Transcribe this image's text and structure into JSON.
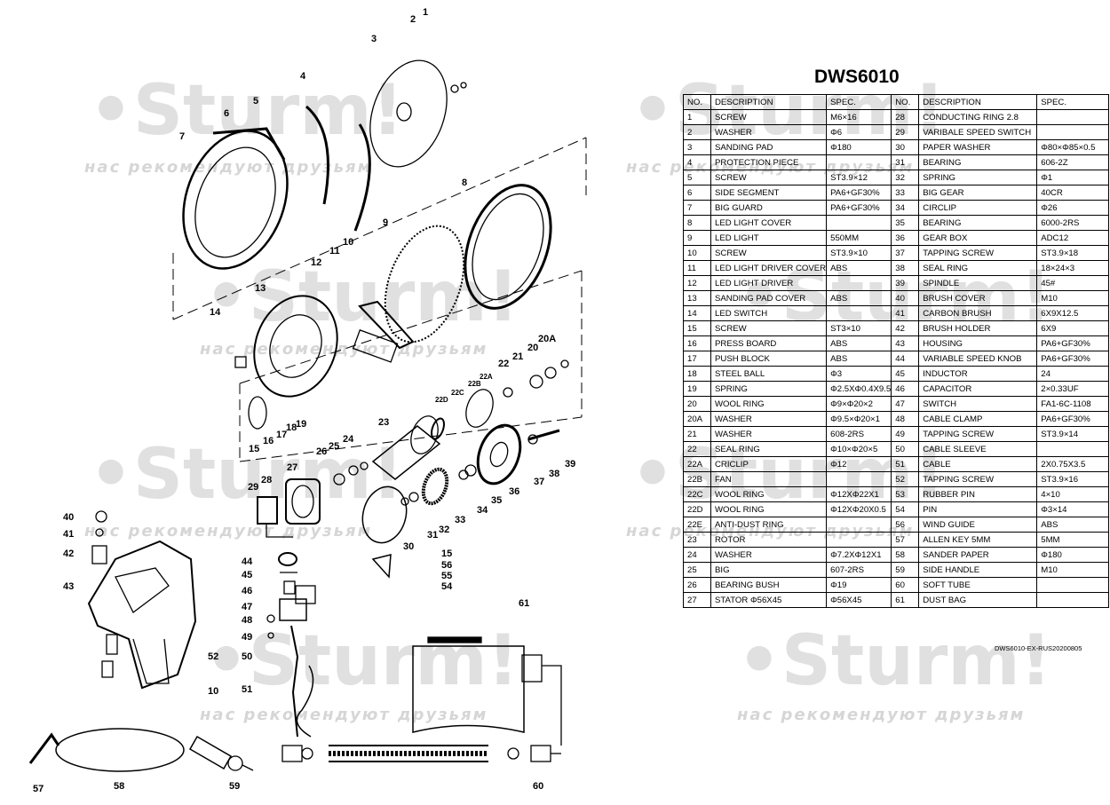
{
  "document": {
    "title": "DWS6010",
    "code": "DWS6010-EX-RUS20200805"
  },
  "watermark": {
    "logo": "•Sturm!",
    "tagline": "нас рекомендуют друзьям"
  },
  "table": {
    "headers": [
      "NO.",
      "DESCRIPTION",
      "SPEC.",
      "NO.",
      "DESCRIPTION",
      "SPEC."
    ],
    "rows": [
      [
        "1",
        "SCREW",
        "M6×16",
        "28",
        "CONDUCTING RING 2.8",
        ""
      ],
      [
        "2",
        "WASHER",
        "Φ6",
        "29",
        "VARIBALE SPEED SWITCH",
        ""
      ],
      [
        "3",
        "SANDING PAD",
        "Φ180",
        "30",
        "PAPER WASHER",
        "Φ80×Φ85×0.5"
      ],
      [
        "4",
        "PROTECTION PIECE",
        "",
        "31",
        "BEARING",
        "606-2Z"
      ],
      [
        "5",
        "SCREW",
        "ST3.9×12",
        "32",
        "SPRING",
        "Φ1"
      ],
      [
        "6",
        "SIDE SEGMENT",
        "PA6+GF30%",
        "33",
        "BIG GEAR",
        "40CR"
      ],
      [
        "7",
        "BIG GUARD",
        "PA6+GF30%",
        "34",
        "CIRCLIP",
        "Φ26"
      ],
      [
        "8",
        "LED LIGHT COVER",
        "",
        "35",
        "BEARING",
        "6000-2RS"
      ],
      [
        "9",
        "LED LIGHT",
        "550MM",
        "36",
        "GEAR BOX",
        "ADC12"
      ],
      [
        "10",
        "SCREW",
        "ST3.9×10",
        "37",
        "TAPPING SCREW",
        "ST3.9×18"
      ],
      [
        "11",
        "LED LIGHT DRIVER COVER",
        "ABS",
        "38",
        "SEAL RING",
        "18×24×3"
      ],
      [
        "12",
        "LED LIGHT DRIVER",
        "",
        "39",
        "SPINDLE",
        "45#"
      ],
      [
        "13",
        "SANDING PAD COVER",
        "ABS",
        "40",
        "BRUSH COVER",
        "M10"
      ],
      [
        "14",
        "LED SWITCH",
        "",
        "41",
        "CARBON BRUSH",
        "6X9X12.5"
      ],
      [
        "15",
        "SCREW",
        "ST3×10",
        "42",
        "BRUSH HOLDER",
        "6X9"
      ],
      [
        "16",
        "PRESS BOARD",
        "ABS",
        "43",
        "HOUSING",
        "PA6+GF30%"
      ],
      [
        "17",
        "PUSH BLOCK",
        "ABS",
        "44",
        "VARIABLE SPEED KNOB",
        "PA6+GF30%"
      ],
      [
        "18",
        "STEEL BALL",
        "Φ3",
        "45",
        "INDUCTOR",
        "24"
      ],
      [
        "19",
        "SPRING",
        "Φ2.5XΦ0.4X9.5",
        "46",
        "CAPACITOR",
        "2×0.33UF"
      ],
      [
        "20",
        "WOOL RING",
        "Φ9×Φ20×2",
        "47",
        "SWITCH",
        "FA1-6C-1108"
      ],
      [
        "20A",
        "WASHER",
        "Φ9.5×Φ20×1",
        "48",
        "CABLE CLAMP",
        "PA6+GF30%"
      ],
      [
        "21",
        "WASHER",
        "608-2RS",
        "49",
        "TAPPING SCREW",
        "ST3.9×14"
      ],
      [
        "22",
        "SEAL RING",
        "Φ10×Φ20×5",
        "50",
        "CABLE SLEEVE",
        ""
      ],
      [
        "22A",
        "CRICLIP",
        "Φ12",
        "51",
        "CABLE",
        "2X0.75X3.5"
      ],
      [
        "22B",
        "FAN",
        "",
        "52",
        "TAPPING SCREW",
        "ST3.9×16"
      ],
      [
        "22C",
        "WOOL RING",
        "Φ12XΦ22X1",
        "53",
        "RUBBER PIN",
        "4×10"
      ],
      [
        "22D",
        "WOOL RING",
        "Φ12XΦ20X0.5",
        "54",
        "PIN",
        "Φ3×14"
      ],
      [
        "22E",
        "ANTI-DUST RING",
        "",
        "56",
        "WIND GUIDE",
        "ABS"
      ],
      [
        "23",
        "ROTOR",
        "",
        "57",
        "ALLEN KEY 5MM",
        "5MM"
      ],
      [
        "24",
        "WASHER",
        "Φ7.2XΦ12X1",
        "58",
        "SANDER PAPER",
        "Φ180"
      ],
      [
        "25",
        "BIG",
        "607-2RS",
        "59",
        "SIDE HANDLE",
        "M10"
      ],
      [
        "26",
        "BEARING BUSH",
        "Φ19",
        "60",
        "SOFT TUBE",
        ""
      ],
      [
        "27",
        "STATOR Φ56X45",
        "Φ56X45",
        "61",
        "DUST BAG",
        ""
      ]
    ]
  },
  "diagram": {
    "callouts": [
      "1",
      "2",
      "3",
      "4",
      "5",
      "6",
      "7",
      "8",
      "9",
      "10",
      "11",
      "12",
      "13",
      "14",
      "15",
      "16",
      "17",
      "18",
      "19",
      "20",
      "20A",
      "21",
      "22",
      "22A",
      "22B",
      "22C",
      "22D",
      "23",
      "24",
      "25",
      "26",
      "27",
      "28",
      "29",
      "30",
      "31",
      "32",
      "33",
      "34",
      "35",
      "36",
      "37",
      "38",
      "39",
      "40",
      "41",
      "42",
      "43",
      "44",
      "45",
      "46",
      "47",
      "48",
      "49",
      "50",
      "51",
      "52",
      "10",
      "15",
      "56",
      "55",
      "54",
      "57",
      "58",
      "59",
      "60",
      "61"
    ]
  }
}
